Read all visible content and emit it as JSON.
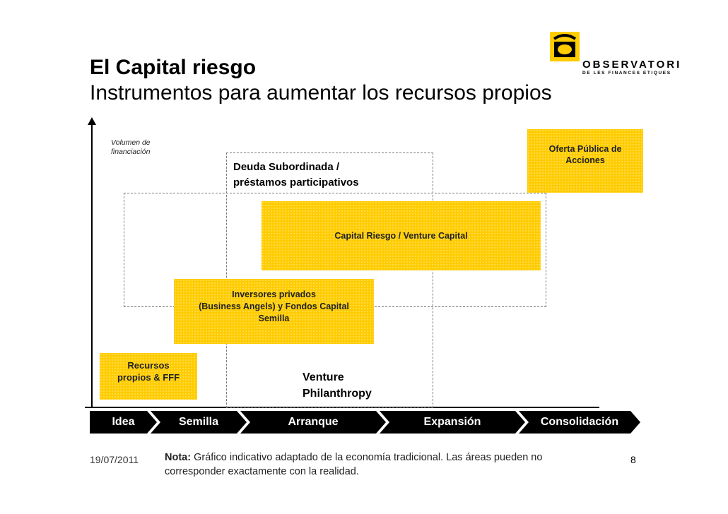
{
  "header": {
    "title": "El Capital riesgo",
    "subtitle": "Instrumentos para aumentar los recursos propios"
  },
  "logo": {
    "name": "OBSERVATORI",
    "tagline": "DE LES FINANCES ETIQUES",
    "color": "#ffcc00"
  },
  "diagram": {
    "y_axis_label": "Volumen de financiación",
    "boxes": {
      "oferta_publica": "Oferta Pública de Acciones",
      "deuda_line1": "Deuda Subordinada /",
      "deuda_line2": "préstamos participativos",
      "capital_riesgo": "Capital Riesgo / Venture Capital",
      "inversores_line1": "Inversores privados",
      "inversores_line2": "(Business Angels) y Fondos Capital",
      "inversores_line3": "Semilla",
      "recursos_line1": "Recursos",
      "recursos_line2": "propios & FFF",
      "venture_line1": "Venture",
      "venture_line2": "Philanthropy"
    },
    "stages": [
      "Idea",
      "Semilla",
      "Arranque",
      "Expansión",
      "Consolidación"
    ],
    "colors": {
      "yellow": "#ffcc00",
      "dashed": "#7a7a7a",
      "stage_bg": "#000000"
    }
  },
  "footer": {
    "date": "19/07/2011",
    "note_label": "Nota:",
    "note_text": " Gráfico indicativo adaptado de la economía tradicional. Las áreas pueden no corresponder exactamente con la realidad.",
    "page": "8"
  }
}
